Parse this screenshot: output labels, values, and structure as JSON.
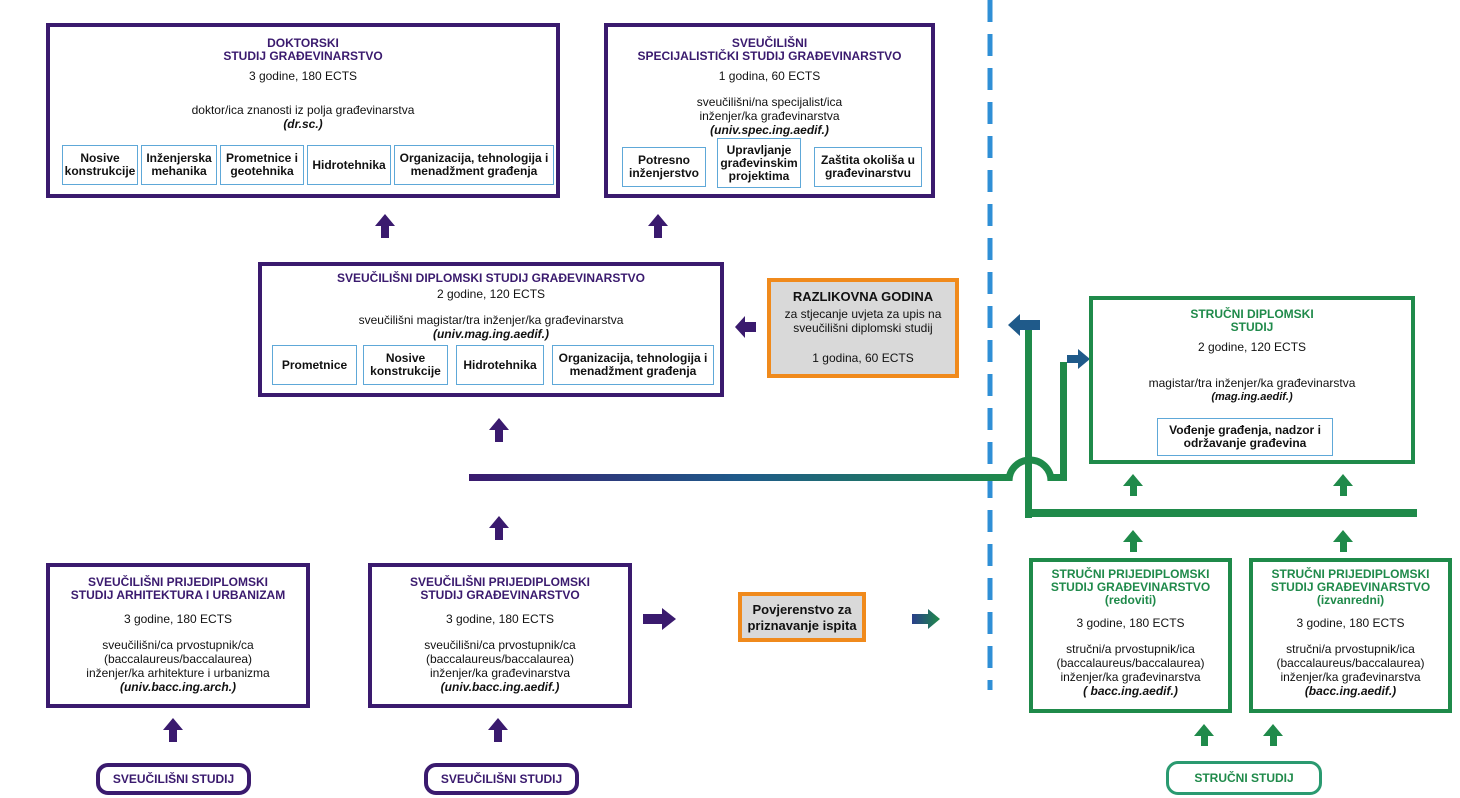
{
  "doktorski": {
    "title1": "DOKTORSKI",
    "title2": "STUDIJ GRAĐEVINARSTVO",
    "duration": "3 godine, 180 ECTS",
    "degree": "doktor/ica znanosti iz polja građevinarstva",
    "abbr": "(dr.sc.)",
    "modules": [
      "Nosive konstrukcije",
      "Inženjerska mehanika",
      "Prometnice i geotehnika",
      "Hidrotehnika",
      "Organizacija, tehnologija i menadžment građenja"
    ]
  },
  "specijalisticki": {
    "title1": "SVEUČILIŠNI",
    "title2": "SPECIJALISTIČKI STUDIJ GRAĐEVINARSTVO",
    "duration": "1 godina, 60 ECTS",
    "degree1": "sveučilišni/na specijalist/ica",
    "degree2": "inženjer/ka građevinarstva",
    "abbr": "(univ.spec.ing.aedif.)",
    "modules": [
      "Potresno inženjerstvo",
      "Upravljanje građevinskim projektima",
      "Zaštita okoliša u građevinarstvu"
    ]
  },
  "diplomski": {
    "title": "SVEUČILIŠNI DIPLOMSKI STUDIJ GRAĐEVINARSTVO",
    "duration": "2 godine, 120 ECTS",
    "degree": "sveučilišni magistar/tra inženjer/ka građevinarstva",
    "abbr": "(univ.mag.ing.aedif.)",
    "modules": [
      "Prometnice",
      "Nosive konstrukcije",
      "Hidrotehnika",
      "Organizacija, tehnologija i menadžment građenja"
    ]
  },
  "razlikovna": {
    "title": "RAZLIKOVNA GODINA",
    "text1": "za stjecanje uvjeta za upis na",
    "text2": "sveučilišni diplomski studij",
    "duration": "1 godina, 60 ECTS"
  },
  "strucni_diplomski": {
    "title1": "STRUČNI DIPLOMSKI",
    "title2": "STUDIJ",
    "duration": "2 godine, 120 ECTS",
    "degree": "magistar/tra inženjer/ka građevinarstva",
    "abbr": "(mag.ing.aedif.)",
    "module": "Vođenje građenja, nadzor i održavanje građevina"
  },
  "prijediplomski_arh": {
    "title1": "SVEUČILIŠNI PRIJEDIPLOMSKI",
    "title2": "STUDIJ ARHITEKTURA I URBANIZAM",
    "duration": "3 godine, 180 ECTS",
    "l1": "sveučilišni/ca prvostupnik/ca",
    "l2": "(baccalaureus/baccalaurea)",
    "l3": "inženjer/ka arhitekture i urbanizma",
    "abbr": "(univ.bacc.ing.arch.)"
  },
  "prijediplomski_gr": {
    "title1": "SVEUČILIŠNI PRIJEDIPLOMSKI",
    "title2": "STUDIJ GRAĐEVINARSTVO",
    "duration": "3 godine, 180 ECTS",
    "l1": "sveučilišni/ca prvostupnik/ca",
    "l2": "(baccalaureus/baccalaurea)",
    "l3": "inženjer/ka građevinarstva",
    "abbr": "(univ.bacc.ing.aedif.)"
  },
  "povjerenstvo": {
    "l1": "Povjerenstvo za",
    "l2": "priznavanje ispita"
  },
  "strucni_redoviti": {
    "title1": "STRUČNI PRIJEDIPLOMSKI",
    "title2": "STUDIJ GRAĐEVINARSTVO",
    "title3": "(redoviti)",
    "duration": "3 godine, 180 ECTS",
    "l1": "stručni/a prvostupnik/ica",
    "l2": "(baccalaureus/baccalaurea)",
    "l3": "inženjer/ka građevinarstva",
    "abbr": "( bacc.ing.aedif.)"
  },
  "strucni_izvanredni": {
    "title1": "STRUČNI PRIJEDIPLOMSKI",
    "title2": "STUDIJ GRAĐEVINARSTVO",
    "title3": "(izvanredni)",
    "duration": "3 godine, 180 ECTS",
    "l1": "stručni/a prvostupnik/ica",
    "l2": "(baccalaureus/baccalaurea)",
    "l3": "inženjer/ka građevinarstva",
    "abbr": "(bacc.ing.aedif.)"
  },
  "pills": {
    "sveucilisni_1": "SVEUČILIŠNI STUDIJ",
    "sveucilisni_2": "SVEUČILIŠNI STUDIJ",
    "strucni": "STRUČNI STUDIJ"
  },
  "colors": {
    "purple": "#3a1a6e",
    "green": "#1f8a4a",
    "orange": "#f08a1c",
    "blue_dash": "#2f8fd6",
    "sub_border": "#5ea8d8"
  }
}
